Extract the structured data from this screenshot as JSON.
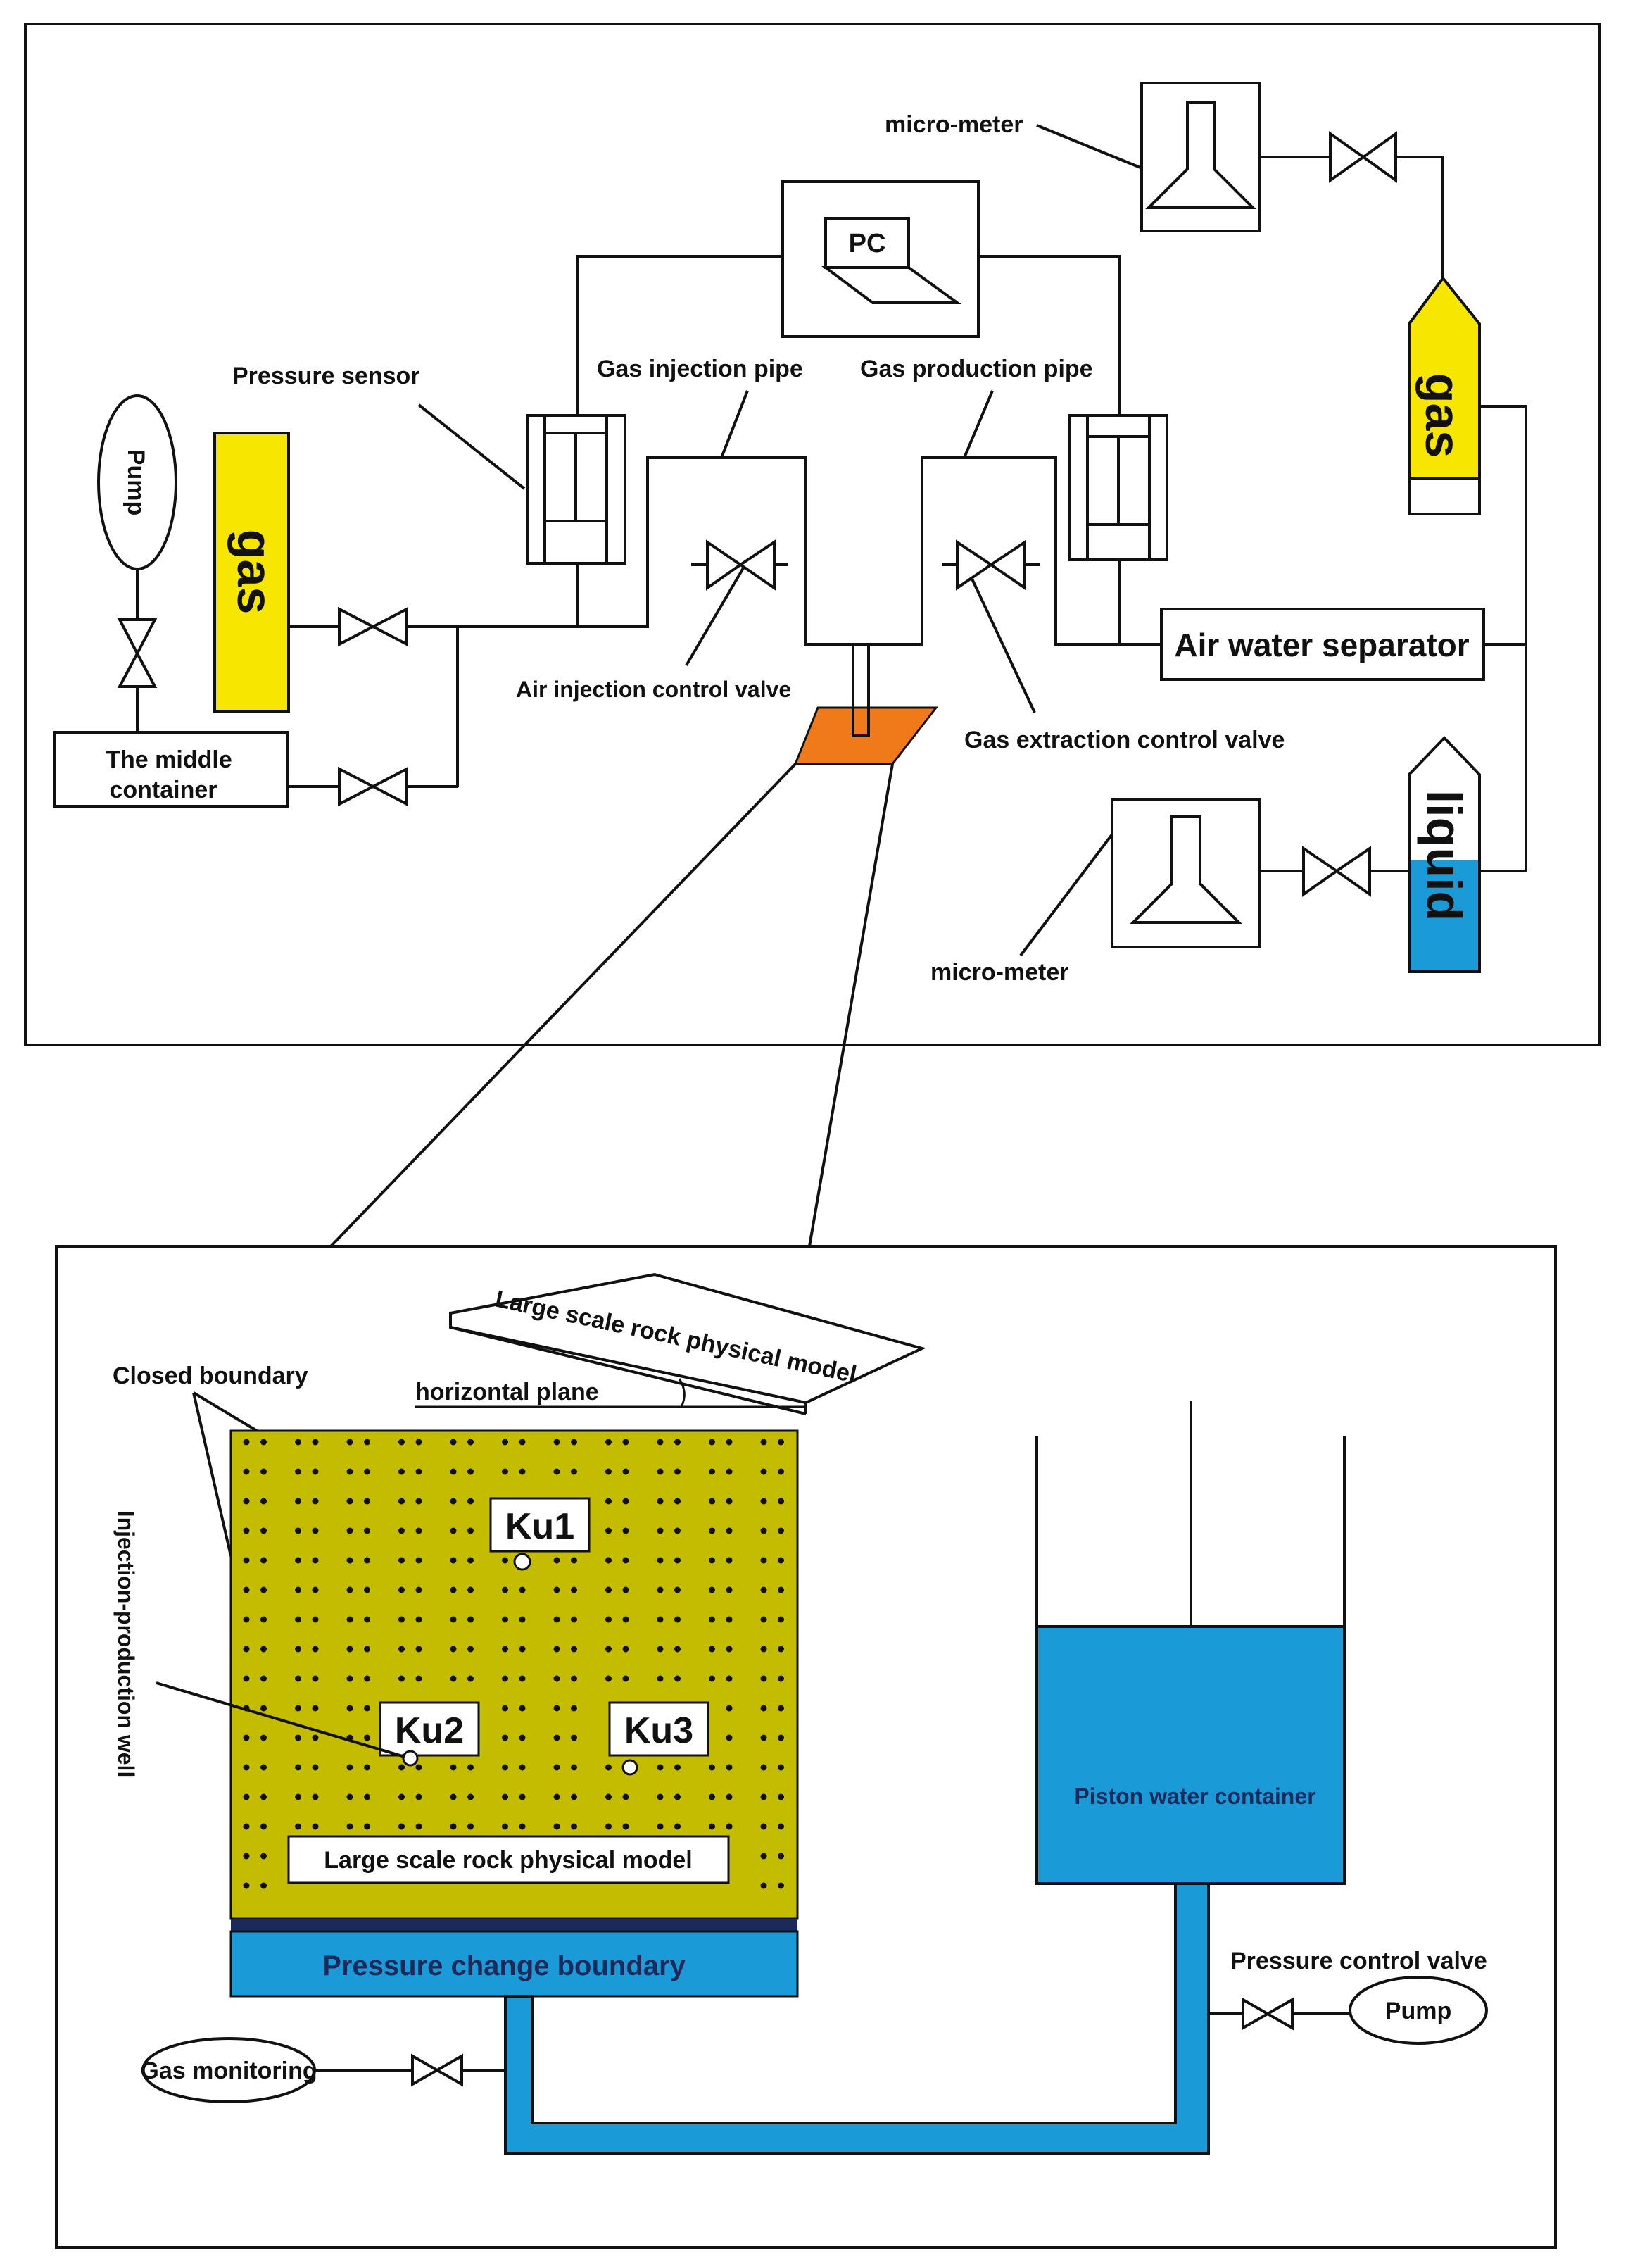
{
  "colors": {
    "gas_yellow": "#f6e600",
    "liquid_blue": "#1a9ad6",
    "rock_olive": "#c3bc00",
    "orange": "#f07a1a",
    "dark_band": "#1b2a5a",
    "line": "#111111"
  },
  "top": {
    "micro_meter_top": "micro-meter",
    "pc": "PC",
    "pressure_sensor": "Pressure sensor",
    "gas_injection_pipe": "Gas injection pipe",
    "gas_production_pipe": "Gas production pipe",
    "pump": "Pump",
    "gas_left": "gas",
    "gas_right": "gas",
    "air_water_separator": "Air water separator",
    "air_injection_control_valve": "Air injection control valve",
    "gas_extraction_control_valve": "Gas extraction control valve",
    "middle_container_line1": "The middle",
    "middle_container_line2": "container",
    "liquid": "liquid",
    "micro_meter_bottom": "micro-meter"
  },
  "bottom": {
    "tilted_model": "Large scale rock physical model",
    "closed_boundary": "Closed boundary",
    "horizontal_plane": "horizontal plane",
    "injection_production_well": "Injection-production well",
    "ku1": "Ku1",
    "ku2": "Ku2",
    "ku3": "Ku3",
    "model_label": "Large scale rock physical model",
    "pressure_change_boundary": "Pressure change boundary",
    "piston_water_container": "Piston water container",
    "pressure_control_valve": "Pressure control valve",
    "pump": "Pump",
    "gas_monitoring": "Gas monitoring"
  }
}
